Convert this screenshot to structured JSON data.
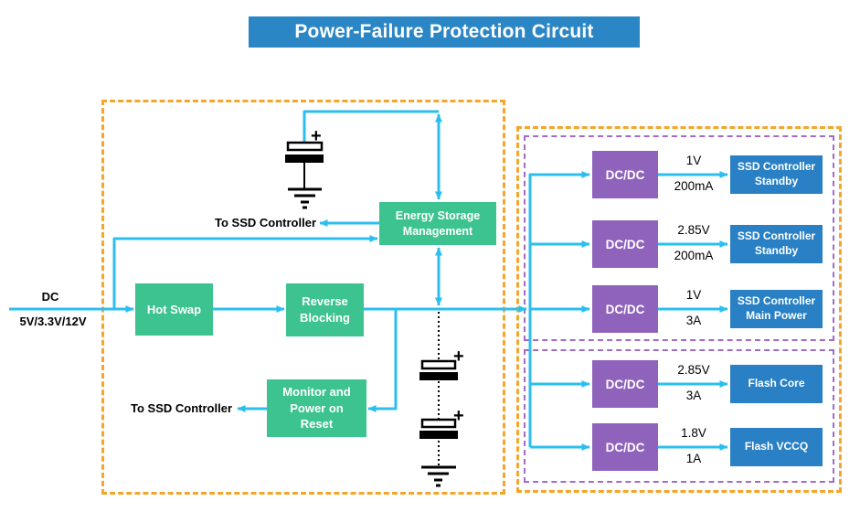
{
  "title": "Power-Failure Protection Circuit",
  "colors": {
    "title_bg": "#2B86C6",
    "node_green": "#3CC390",
    "node_purple": "#8F63BC",
    "node_blue": "#2980C4",
    "wire_cyan": "#2BBFEF",
    "frame_orange": "#F6A52B",
    "frame_purple": "#A16CC9",
    "symbol_black": "#000000"
  },
  "input": {
    "name": "DC",
    "voltages": "5V/3.3V/12V"
  },
  "left_section": {
    "hot_swap": "Hot Swap",
    "reverse_blocking": "Reverse Blocking",
    "energy_storage": "Energy Storage Management",
    "monitor": "Monitor and Power on Reset",
    "to_ssd_controller_top": "To SSD Controller",
    "to_ssd_controller_bottom": "To SSD Controller"
  },
  "symbols": {
    "plus": "+",
    "battery_icon": "battery-cell",
    "ground_icon": "ground",
    "backup_capacitors_icon": "stacked-capacitors"
  },
  "rails": [
    {
      "converter": "DC/DC",
      "voltage": "1V",
      "current": "200mA",
      "load": "SSD Controller Standby"
    },
    {
      "converter": "DC/DC",
      "voltage": "2.85V",
      "current": "200mA",
      "load": "SSD Controller Standby"
    },
    {
      "converter": "DC/DC",
      "voltage": "1V",
      "current": "3A",
      "load": "SSD Controller Main Power"
    },
    {
      "converter": "DC/DC",
      "voltage": "2.85V",
      "current": "3A",
      "load": "Flash Core"
    },
    {
      "converter": "DC/DC",
      "voltage": "1.8V",
      "current": "1A",
      "load": "Flash VCCQ"
    }
  ]
}
